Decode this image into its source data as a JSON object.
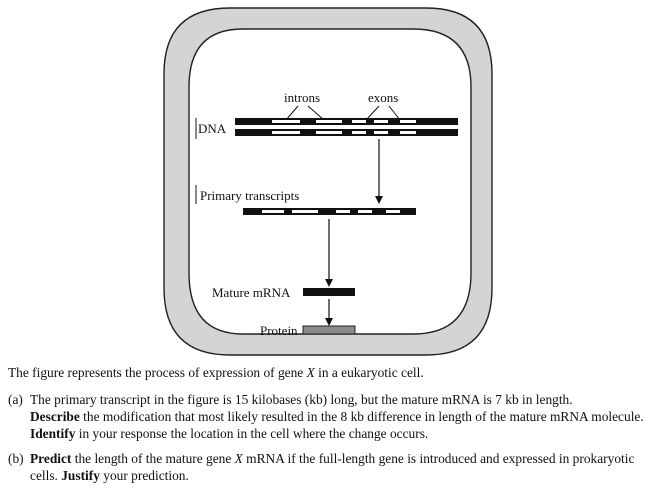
{
  "figure": {
    "labels": {
      "introns": "introns",
      "exons": "exons",
      "dna": "DNA",
      "primary_transcripts": "Primary transcripts",
      "mature_mrna": "Mature mRNA",
      "protein": "Protein"
    },
    "colors": {
      "cytoplasm": "#d4d4d4",
      "nucleus": "#ffffff",
      "strand": "#111111",
      "protein": "#8a8a8a"
    }
  },
  "text": {
    "intro_pre": "The figure represents the process of expression of gene ",
    "intro_gene": "X",
    "intro_post": " in a eukaryotic cell.",
    "qa": {
      "letter": "(a)",
      "p1": "The primary transcript in the figure is 15 kilobases (kb) long, but the mature mRNA is 7 kb in length.",
      "w1": "Describe",
      "p2": " the modification that most likely resulted in the 8 kb difference in length of the mature mRNA molecule. ",
      "w2": "Identify",
      "p3": " in your response the location in the cell where the change occurs."
    },
    "qb": {
      "letter": "(b)",
      "w1": "Predict",
      "p1": " the length of the mature gene ",
      "gene": "X",
      "p2": " mRNA if the full-length gene is introduced and expressed in prokaryotic cells. ",
      "w2": "Justify",
      "p3": " your prediction."
    }
  }
}
